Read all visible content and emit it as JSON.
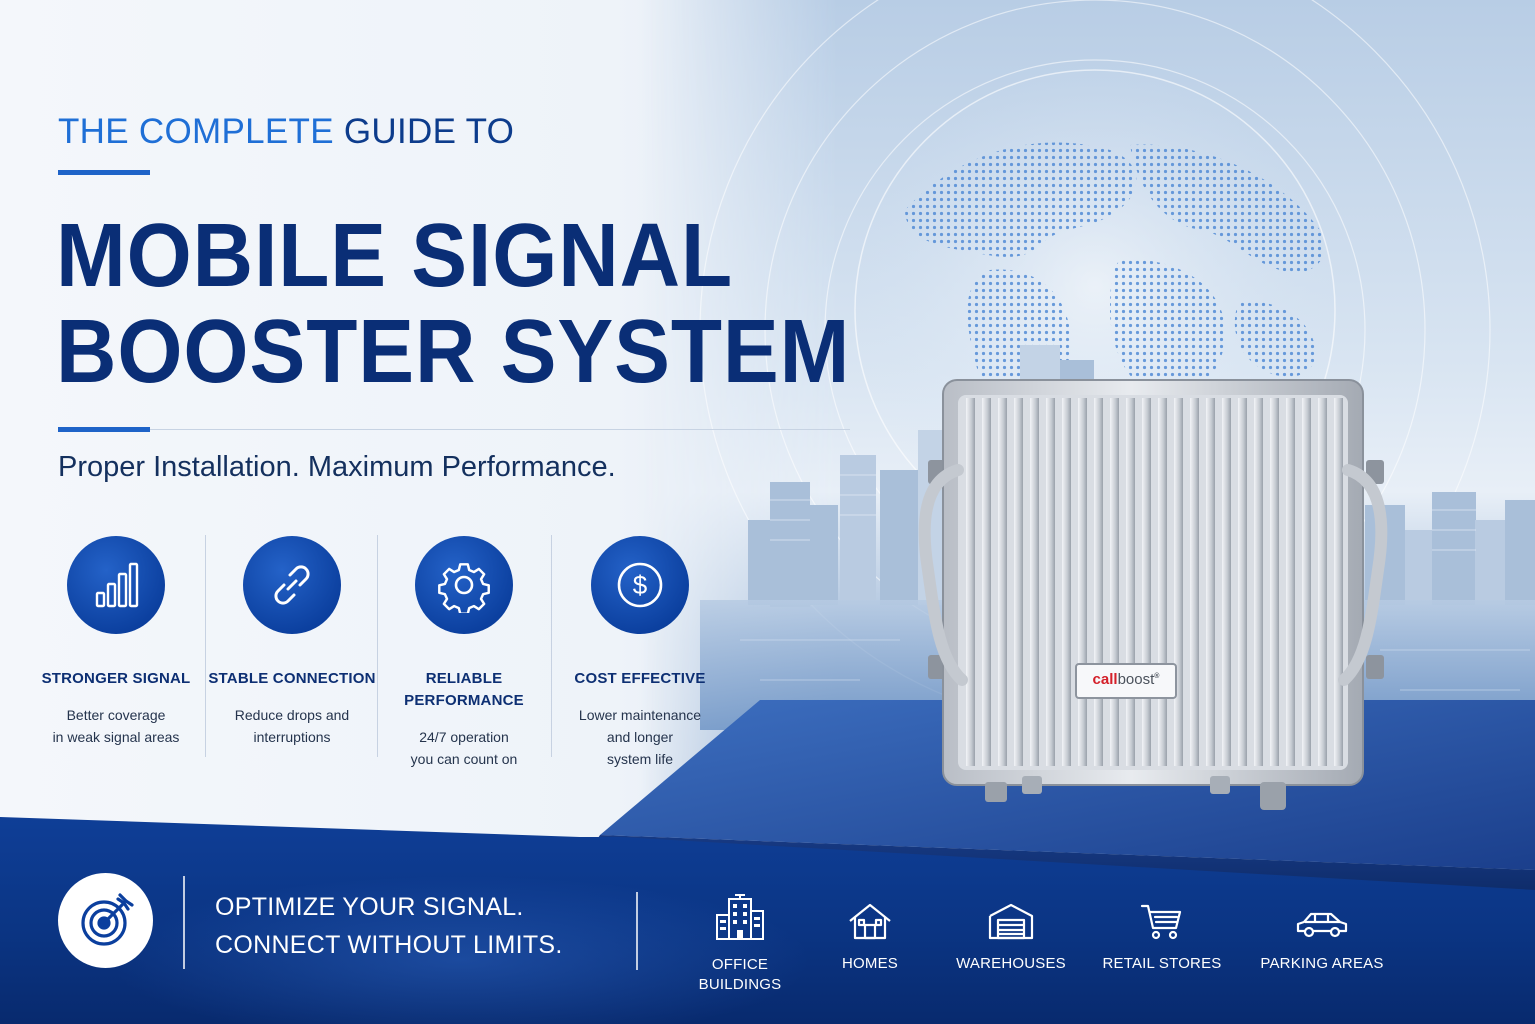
{
  "header": {
    "eyebrow_accent": "THE COMPLETE",
    "eyebrow_rest": " GUIDE TO",
    "headline_line1": "MOBILE SIGNAL",
    "headline_line2": "BOOSTER SYSTEM",
    "subtitle": "Proper Installation. Maximum Performance."
  },
  "features": [
    {
      "icon": "signal-bars-icon",
      "title": "STRONGER SIGNAL",
      "desc_line1": "Better coverage",
      "desc_line2": "in weak signal areas",
      "desc_line3": ""
    },
    {
      "icon": "link-icon",
      "title": "STABLE CONNECTION",
      "desc_line1": "Reduce drops and",
      "desc_line2": "interruptions",
      "desc_line3": ""
    },
    {
      "icon": "gear-icon",
      "title_line1": "RELIABLE",
      "title_line2": "PERFORMANCE",
      "desc_line1": "24/7 operation",
      "desc_line2": "you can count on",
      "desc_line3": ""
    },
    {
      "icon": "dollar-icon",
      "title": "COST EFFECTIVE",
      "desc_line1": "Lower maintenance",
      "desc_line2": "and longer",
      "desc_line3": "system life"
    }
  ],
  "product": {
    "brand_call": "call",
    "brand_boost": "boost",
    "brand_mark": "®",
    "brand_color": "#d4202a"
  },
  "footer": {
    "icon": "target-arrow-icon",
    "tagline_line1": "OPTIMIZE YOUR SIGNAL.",
    "tagline_line2": "CONNECT WITHOUT LIMITS.",
    "use_cases": [
      {
        "icon": "office-building-icon",
        "label_line1": "OFFICE",
        "label_line2": "BUILDINGS"
      },
      {
        "icon": "home-icon",
        "label_line1": "HOMES",
        "label_line2": ""
      },
      {
        "icon": "warehouse-icon",
        "label_line1": "WAREHOUSES",
        "label_line2": ""
      },
      {
        "icon": "shopping-cart-icon",
        "label_line1": "RETAIL STORES",
        "label_line2": ""
      },
      {
        "icon": "car-icon",
        "label_line1": "PARKING AREAS",
        "label_line2": ""
      }
    ]
  },
  "colors": {
    "navy": "#0a2e76",
    "accent_blue": "#1f6fd6",
    "footer_blue": "#0b3584",
    "icon_circle": "#0b3f9e"
  }
}
